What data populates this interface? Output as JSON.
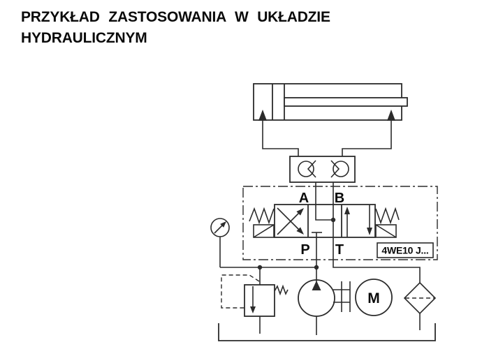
{
  "colors": {
    "background": "#ffffff",
    "line": "#2b2b2b",
    "text": "#0a0a0a"
  },
  "title": {
    "line1": "PRZYKŁAD ZASTOSOWANIA W UKŁADZIE",
    "line2": "HYDRAULICZNYM"
  },
  "valve": {
    "port_a": "A",
    "port_b": "B",
    "port_p": "P",
    "port_t": "T",
    "model_tag": "4WE10 J..."
  },
  "motor": {
    "label": "M"
  },
  "components": [
    "double-acting-cylinder",
    "dual-pilot-check-valve-block",
    "directional-control-valve-4we10j",
    "pressure-gauge",
    "pressure-relief-valve",
    "pump",
    "electric-motor",
    "shaft-coupling",
    "return-filter",
    "oil-tank"
  ]
}
